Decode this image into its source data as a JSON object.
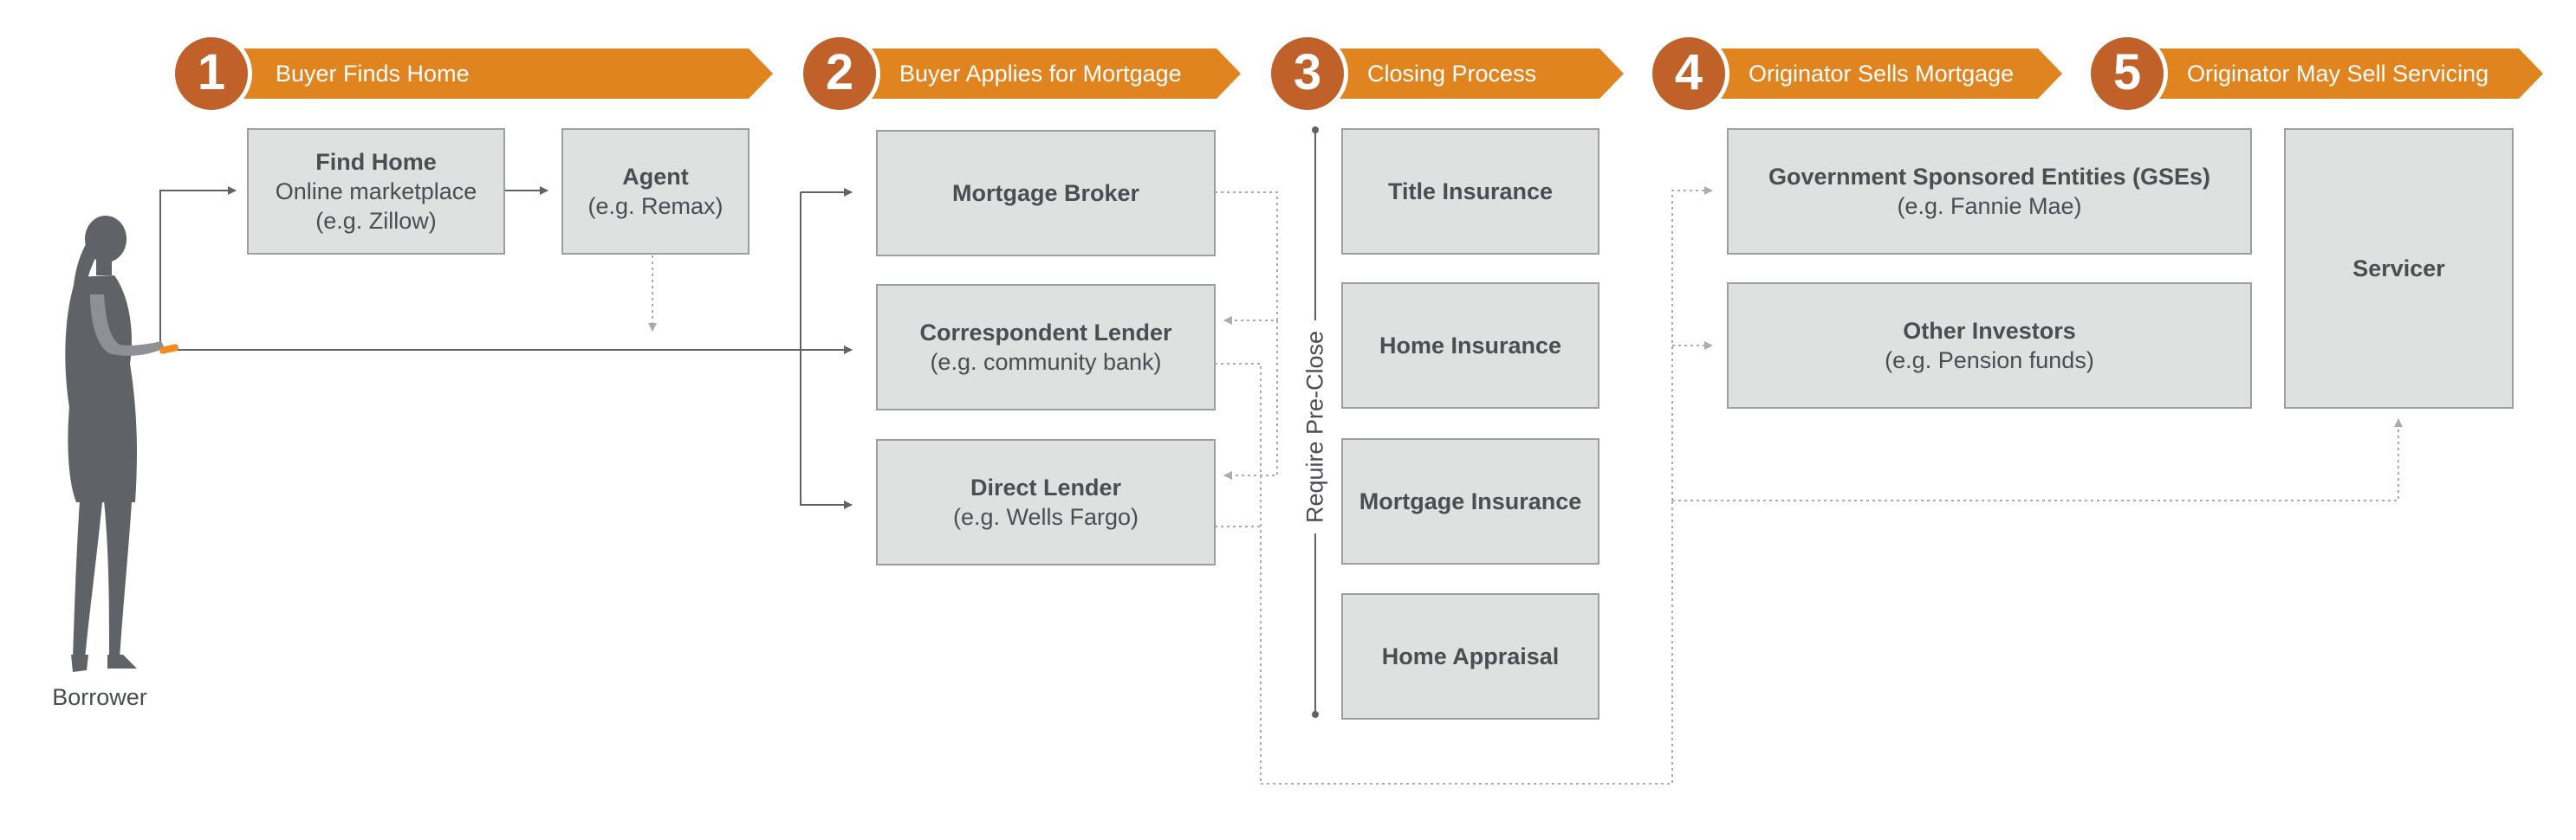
{
  "steps": [
    {
      "number": "1",
      "label": "Buyer Finds Home"
    },
    {
      "number": "2",
      "label": "Buyer Applies for Mortgage"
    },
    {
      "number": "3",
      "label": "Closing Process"
    },
    {
      "number": "4",
      "label": "Originator Sells Mortgage"
    },
    {
      "number": "5",
      "label": "Originator May Sell Servicing"
    }
  ],
  "boxes": {
    "find_home": {
      "title": "Find Home",
      "sub1": "Online marketplace",
      "sub2": "(e.g. Zillow)"
    },
    "agent": {
      "title": "Agent",
      "sub": "(e.g. Remax)"
    },
    "mortgage_broker": {
      "title": "Mortgage Broker"
    },
    "correspondent_lender": {
      "title": "Correspondent Lender",
      "sub": "(e.g. community bank)"
    },
    "direct_lender": {
      "title": "Direct Lender",
      "sub": "(e.g. Wells Fargo)"
    },
    "title_insurance": {
      "title": "Title Insurance"
    },
    "home_insurance": {
      "title": "Home Insurance"
    },
    "mortgage_insurance": {
      "title": "Mortgage Insurance"
    },
    "home_appraisal": {
      "title": "Home Appraisal"
    },
    "gses": {
      "title": "Government Sponsored Entities (GSEs)",
      "sub": "(e.g. Fannie Mae)"
    },
    "other_investors": {
      "title": "Other Investors",
      "sub": "(e.g. Pension funds)"
    },
    "servicer": {
      "title": "Servicer"
    }
  },
  "require_preclose": "Require Pre-Close",
  "borrower": "Borrower",
  "colors": {
    "banner": "#e08420",
    "circle": "#bf6128",
    "box_fill": "#dfe0e0",
    "box_border": "#9c9fa2",
    "text": "#4a4d52",
    "arrow_solid": "#5f6368",
    "arrow_dotted": "#a9acb0",
    "phone": "#f28a1e"
  }
}
